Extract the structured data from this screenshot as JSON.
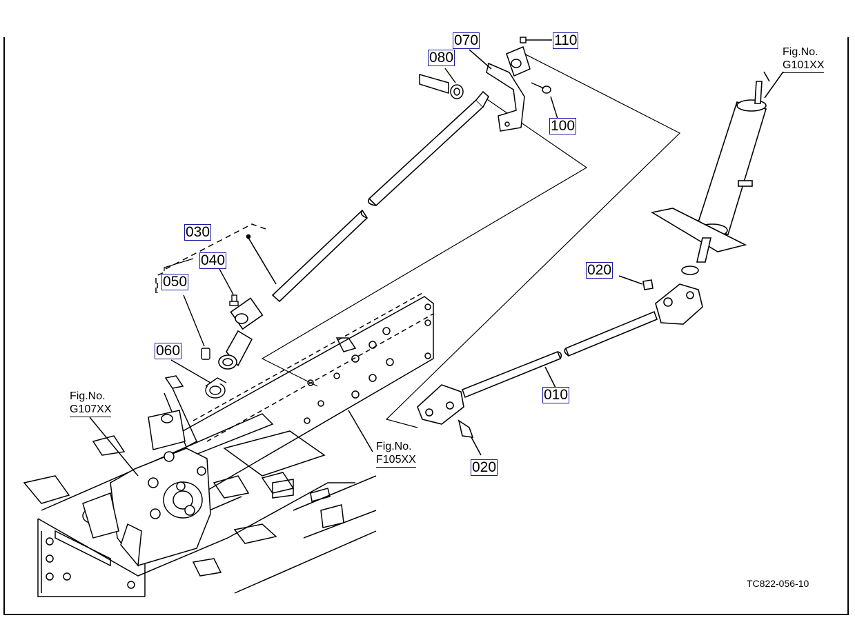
{
  "callouts": {
    "p010": "010",
    "p020a": "020",
    "p020b": "020",
    "p030": "030",
    "p040": "040",
    "p050": "050",
    "p060": "060",
    "p070": "070",
    "p080": "080",
    "p100": "100",
    "p110": "110"
  },
  "figure_refs": {
    "g101": {
      "line1": "Fig.No.",
      "line2": "G101XX"
    },
    "g107": {
      "line1": "Fig.No.",
      "line2": "G107XX"
    },
    "f105": {
      "line1": "Fig.No.",
      "line2": "F105XX"
    }
  },
  "drawing_code": "TC822-056-10",
  "colors": {
    "line": "#000000",
    "callout_box": "#1a1aa0",
    "background": "#ffffff"
  }
}
